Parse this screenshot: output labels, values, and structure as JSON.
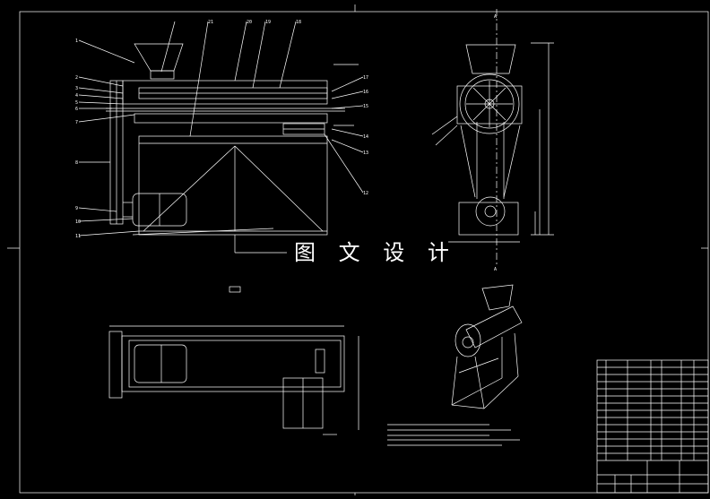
{
  "watermark": "图 文 设 计",
  "section_markers": {
    "top_a": "A",
    "bottom_a": "A"
  },
  "balloons": [
    "1",
    "2",
    "3",
    "4",
    "5",
    "6",
    "7",
    "8",
    "9",
    "10",
    "11",
    "12",
    "13",
    "14",
    "15",
    "16",
    "17",
    "18",
    "19",
    "20",
    "21"
  ],
  "colors": {
    "background": "#000000",
    "line": "#ffffff",
    "dim": "#ffffff"
  }
}
